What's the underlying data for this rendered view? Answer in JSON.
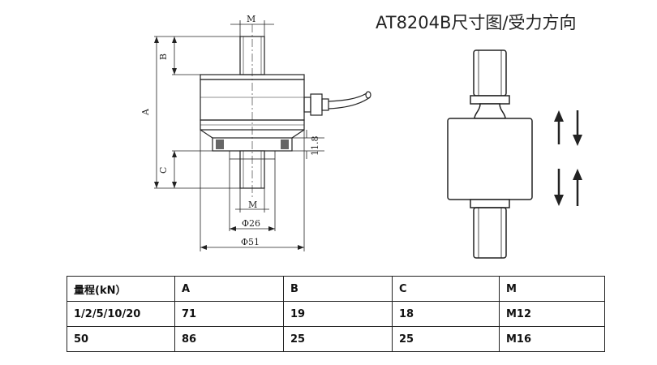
{
  "title": "AT8204B尺寸图/受力方向",
  "dimensions": {
    "M_top": "M",
    "B": "B",
    "A": "A",
    "C": "C",
    "height_11_8": "11.8",
    "M_bottom": "M",
    "d26": "Φ26",
    "d51": "Φ51"
  },
  "force_arrows": [
    "up-down",
    "down-up"
  ],
  "table": {
    "headers": [
      "量程(kN）",
      "A",
      "B",
      "C",
      "M"
    ],
    "rows": [
      [
        "1/2/5/10/20",
        "71",
        "19",
        "18",
        "M12"
      ],
      [
        "50",
        "86",
        "25",
        "25",
        "M16"
      ]
    ]
  }
}
